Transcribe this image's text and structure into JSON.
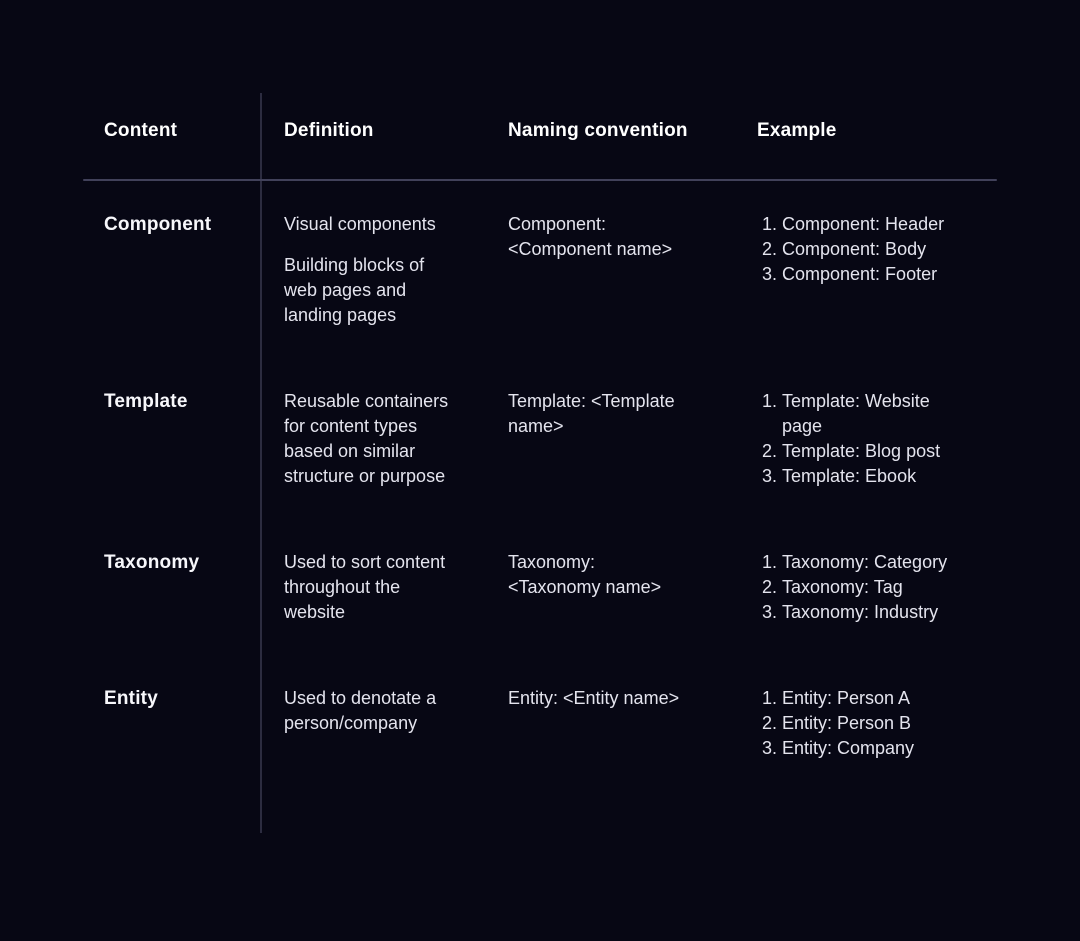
{
  "colors": {
    "background": "#070714",
    "header_text": "#ffffff",
    "body_text": "#e4e4ee",
    "horizontal_divider": "#41415a",
    "vertical_divider": "#2c2c40"
  },
  "table": {
    "headers": [
      "Content",
      "Definition",
      "Naming convention",
      "Example"
    ],
    "rows": [
      {
        "content": "Component",
        "definition": [
          "Visual components",
          "Building blocks of web pages and landing pages"
        ],
        "naming_lines": [
          "Component:",
          "<Component name>"
        ],
        "examples": [
          "Component: Header",
          "Component: Body",
          "Component: Footer"
        ]
      },
      {
        "content": "Template",
        "definition": [
          "Reusable containers for content types based on similar structure or purpose"
        ],
        "naming_lines": [
          "Template: <Template",
          "name>"
        ],
        "examples": [
          "Template: Website page",
          "Template: Blog post",
          "Template: Ebook"
        ]
      },
      {
        "content": "Taxonomy",
        "definition": [
          "Used to sort content throughout the website"
        ],
        "naming_lines": [
          "Taxonomy:",
          "<Taxonomy name>"
        ],
        "examples": [
          "Taxonomy: Category",
          "Taxonomy: Tag",
          "Taxonomy: Industry"
        ]
      },
      {
        "content": "Entity",
        "definition": [
          "Used to denotate a person/company"
        ],
        "naming_lines": [
          "Entity: <Entity name>"
        ],
        "examples": [
          "Entity: Person A",
          "Entity: Person B",
          "Entity: Company"
        ]
      }
    ]
  }
}
